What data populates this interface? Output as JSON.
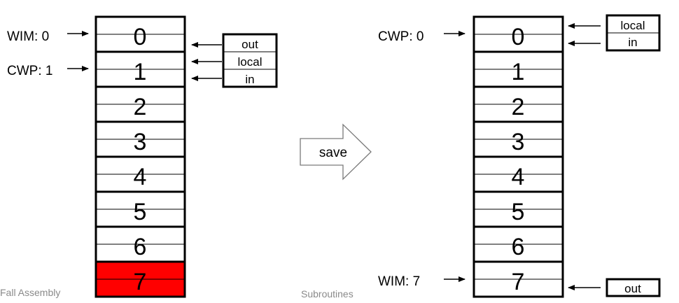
{
  "left_stack": {
    "windows": [
      "0",
      "1",
      "2",
      "3",
      "4",
      "5",
      "6",
      "7"
    ],
    "pointers": {
      "wim": "WIM: 0",
      "cwp": "CWP: 1"
    },
    "legend": [
      "out",
      "local",
      "in"
    ],
    "highlighted_window": "7"
  },
  "arrow_label": "save",
  "right_stack": {
    "windows": [
      "0",
      "1",
      "2",
      "3",
      "4",
      "5",
      "6",
      "7"
    ],
    "pointers": {
      "cwp": "CWP: 0",
      "wim": "WIM: 7"
    },
    "legend_top": [
      "local",
      "in"
    ],
    "legend_bottom": [
      "out"
    ]
  },
  "footer": {
    "left": "Fall  Assembly",
    "center": "Subroutines"
  },
  "colors": {
    "highlight": "#ff0000",
    "stroke": "#000000",
    "footer_text": "#8a8a8a"
  }
}
